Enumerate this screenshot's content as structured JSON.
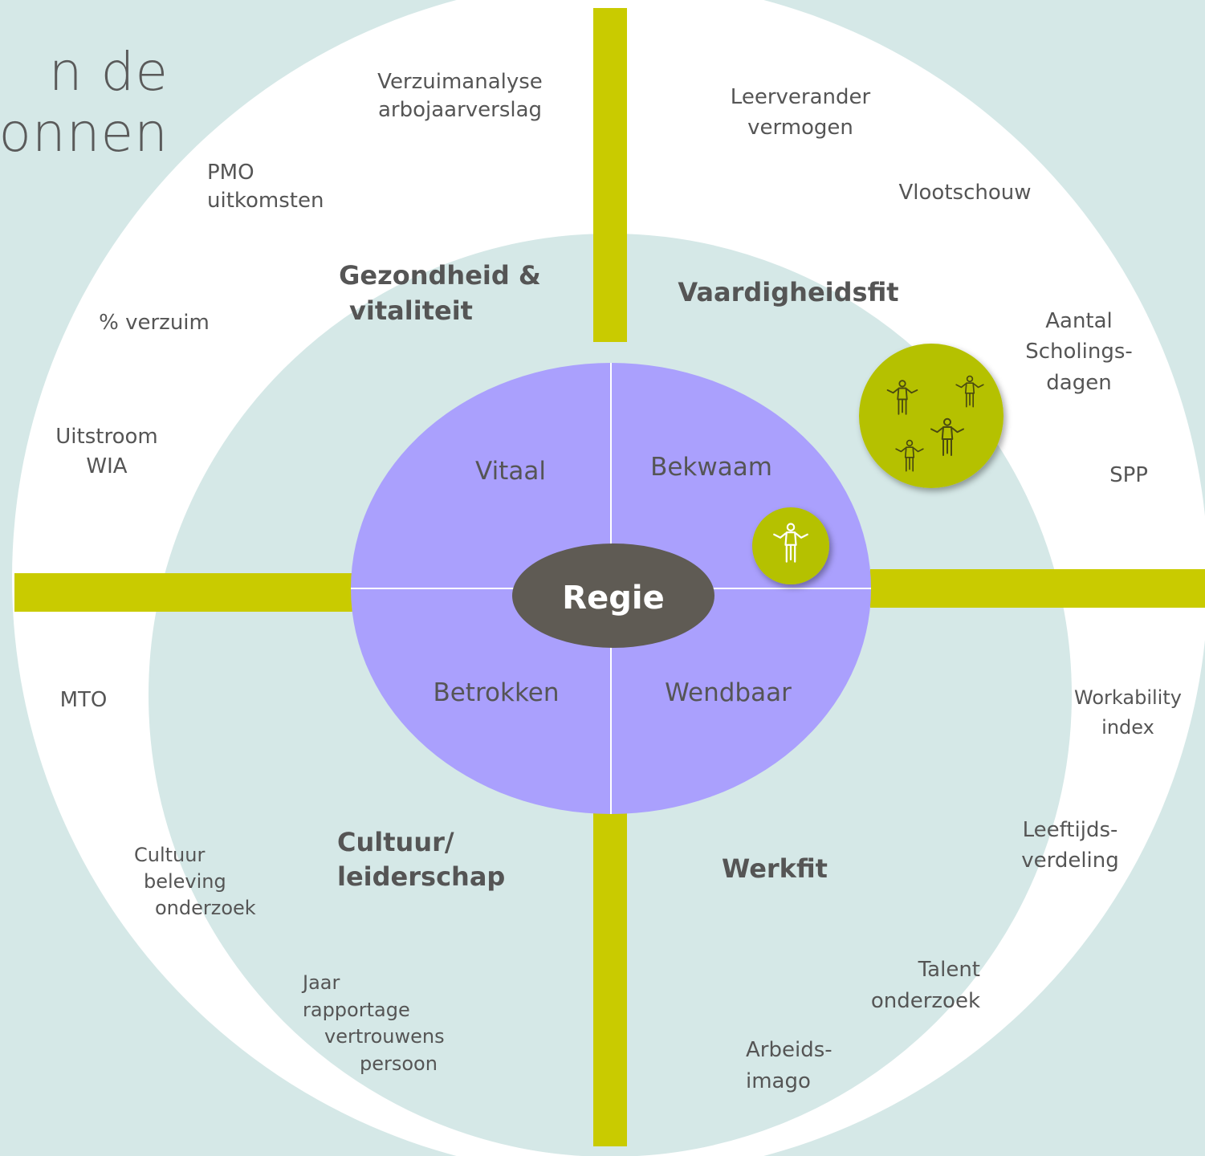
{
  "title": {
    "line1": "n de",
    "line2": "bronnen"
  },
  "colors": {
    "background": "#d5e8e7",
    "outer_ring": "#ffffff",
    "inner_field": "#d5e8e7",
    "accent_bar": "#c9cb00",
    "center_disc": "#aaa0fd",
    "hub": "#5f5b54",
    "text": "#555555",
    "badge": "#b5c100"
  },
  "hub": {
    "label": "Regie"
  },
  "core_quadrants": [
    {
      "id": "vitaal",
      "label": "Vitaal"
    },
    {
      "id": "bekwaam",
      "label": "Bekwaam"
    },
    {
      "id": "betrokken",
      "label": "Betrokken"
    },
    {
      "id": "wendbaar",
      "label": "Wendbaar"
    }
  ],
  "domains": [
    {
      "id": "gezondheid",
      "lines": [
        "Gezondheid &",
        "vitaliteit"
      ]
    },
    {
      "id": "vaardigheidsfit",
      "lines": [
        "Vaardigheidsfit"
      ]
    },
    {
      "id": "cultuur",
      "lines": [
        "Cultuur/",
        "leiderschap"
      ]
    },
    {
      "id": "werkfit",
      "lines": [
        "Werkfit"
      ]
    }
  ],
  "sources": [
    {
      "id": "verzuimanalyse",
      "lines": [
        "Verzuimanalyse",
        "arbojaarverslag"
      ]
    },
    {
      "id": "pmo",
      "lines": [
        "PMO",
        "uitkomsten"
      ]
    },
    {
      "id": "verzuim",
      "lines": [
        "% verzuim"
      ]
    },
    {
      "id": "uitstroom",
      "lines": [
        "Uitstroom",
        "WIA"
      ]
    },
    {
      "id": "leerverander",
      "lines": [
        "Leerverander",
        "vermogen"
      ]
    },
    {
      "id": "vlootschouw",
      "lines": [
        "Vlootschouw"
      ]
    },
    {
      "id": "scholingsdagen",
      "lines": [
        "Aantal",
        "Scholings-",
        "dagen"
      ]
    },
    {
      "id": "spp",
      "lines": [
        "SPP"
      ]
    },
    {
      "id": "mto",
      "lines": [
        "MTO"
      ]
    },
    {
      "id": "cultuurbeleving",
      "lines": [
        "Cultuur",
        "beleving",
        "onderzoek"
      ]
    },
    {
      "id": "jaarrapportage",
      "lines": [
        "Jaar",
        "rapportage",
        "vertrouwens",
        "persoon"
      ]
    },
    {
      "id": "workability",
      "lines": [
        "Workability",
        "index"
      ]
    },
    {
      "id": "leeftijdsverdeling",
      "lines": [
        "Leeftijds-",
        "verdeling"
      ]
    },
    {
      "id": "talent",
      "lines": [
        "Talent",
        "onderzoek"
      ]
    },
    {
      "id": "arbeidsimago",
      "lines": [
        "Arbeids-",
        "imago"
      ]
    }
  ],
  "badges": [
    {
      "id": "group-badge",
      "icon": "group-figures-icon"
    },
    {
      "id": "single-badge",
      "icon": "figure-icon"
    }
  ]
}
